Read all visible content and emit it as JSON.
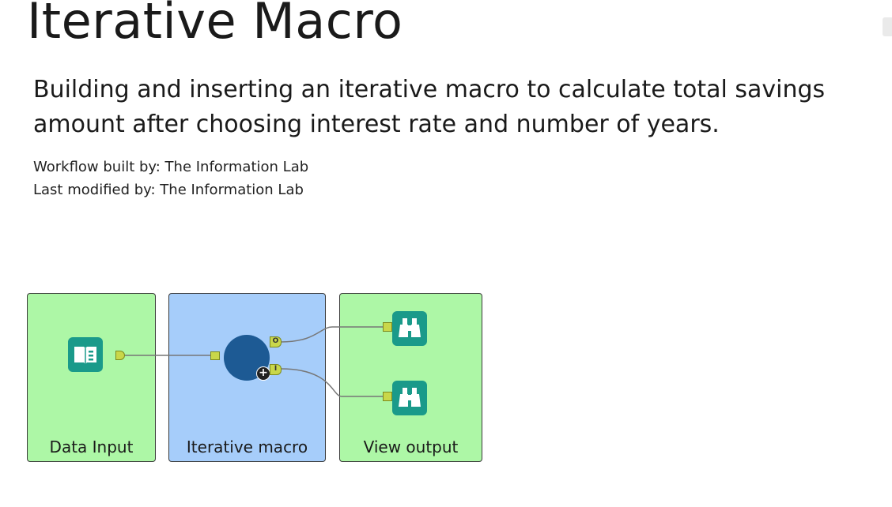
{
  "page": {
    "title": "Iterative Macro",
    "subtitle": "Building and inserting an iterative macro to calculate total savings amount after choosing interest rate and number of years.",
    "built_by": "Workflow built by: The Information Lab",
    "modified_by": "Last modified by: The Information Lab"
  },
  "workflow": {
    "containers": [
      {
        "label": "Data Input",
        "color": "#adf7a6"
      },
      {
        "label": "Iterative macro",
        "color": "#a6cdfa"
      },
      {
        "label": "View output",
        "color": "#adf7a6"
      }
    ],
    "tools": [
      {
        "name": "input-data-tool",
        "icon": "book-icon",
        "color": "#1a9a8a"
      },
      {
        "name": "iterative-macro-tool",
        "icon": "macro-circle-icon",
        "color": "#1d5a94"
      },
      {
        "name": "browse-tool-1",
        "icon": "binoculars-icon",
        "color": "#1a9a8a"
      },
      {
        "name": "browse-tool-2",
        "icon": "binoculars-icon",
        "color": "#1a9a8a"
      }
    ],
    "macro_output_anchors": [
      "O",
      "I"
    ]
  }
}
